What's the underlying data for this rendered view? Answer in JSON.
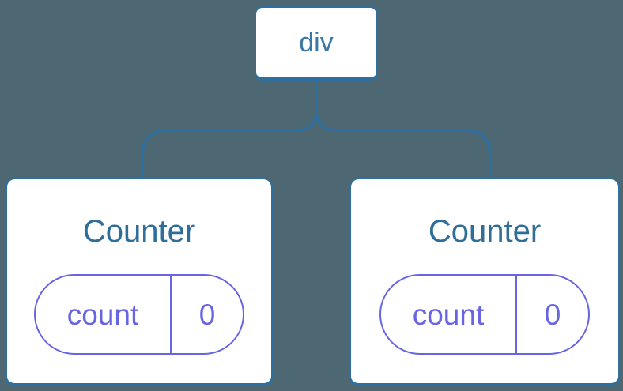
{
  "diagram": {
    "description": "Component tree: a div parent with two Counter children, each holding its own count state",
    "root": {
      "label": "div"
    },
    "children": [
      {
        "title": "Counter",
        "state": {
          "key": "count",
          "value": "0"
        }
      },
      {
        "title": "Counter",
        "state": {
          "key": "count",
          "value": "0"
        }
      }
    ],
    "colors": {
      "background": "#4d6872",
      "node_fill": "#ffffff",
      "node_border": "#2f6f9f",
      "connector": "#2f6f9f",
      "root_label_text": "#3a79a7",
      "component_title_text": "#2e6e98",
      "state_accent": "#6865e2"
    }
  }
}
